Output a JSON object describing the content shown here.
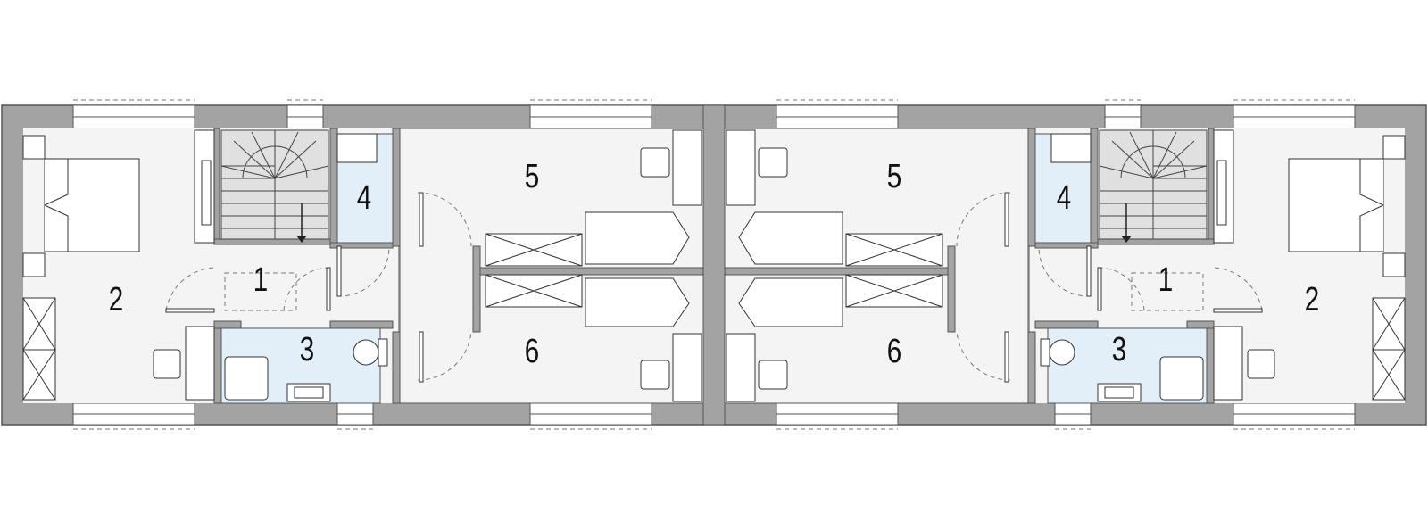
{
  "colors": {
    "wall": "#a3a3a3",
    "wall_stroke": "#555555",
    "floor": "#f4f4f4",
    "wet_floor": "#e3eff8",
    "stair": "#e0e0e0",
    "furniture": "#ffffff",
    "line": "#333333",
    "door_arc": "#777777"
  },
  "rooms": [
    {
      "id": "left-hall",
      "label": "1"
    },
    {
      "id": "left-bedroom-2",
      "label": "2"
    },
    {
      "id": "left-bathroom",
      "label": "3"
    },
    {
      "id": "left-storage",
      "label": "4"
    },
    {
      "id": "left-room-5",
      "label": "5"
    },
    {
      "id": "left-room-6",
      "label": "6"
    },
    {
      "id": "right-room-5",
      "label": "5"
    },
    {
      "id": "right-room-6",
      "label": "6"
    },
    {
      "id": "right-storage",
      "label": "4"
    },
    {
      "id": "right-bathroom",
      "label": "3"
    },
    {
      "id": "right-hall",
      "label": "1"
    },
    {
      "id": "right-bedroom-2",
      "label": "2"
    }
  ],
  "icons": {
    "stair_arrow": "arrow-down-icon",
    "toilet": "toilet-icon",
    "sink": "sink-icon",
    "shower": "shower-icon",
    "bed": "bed-icon",
    "wardrobe": "wardrobe-icon",
    "chair": "chair-icon",
    "desk": "desk-icon"
  }
}
